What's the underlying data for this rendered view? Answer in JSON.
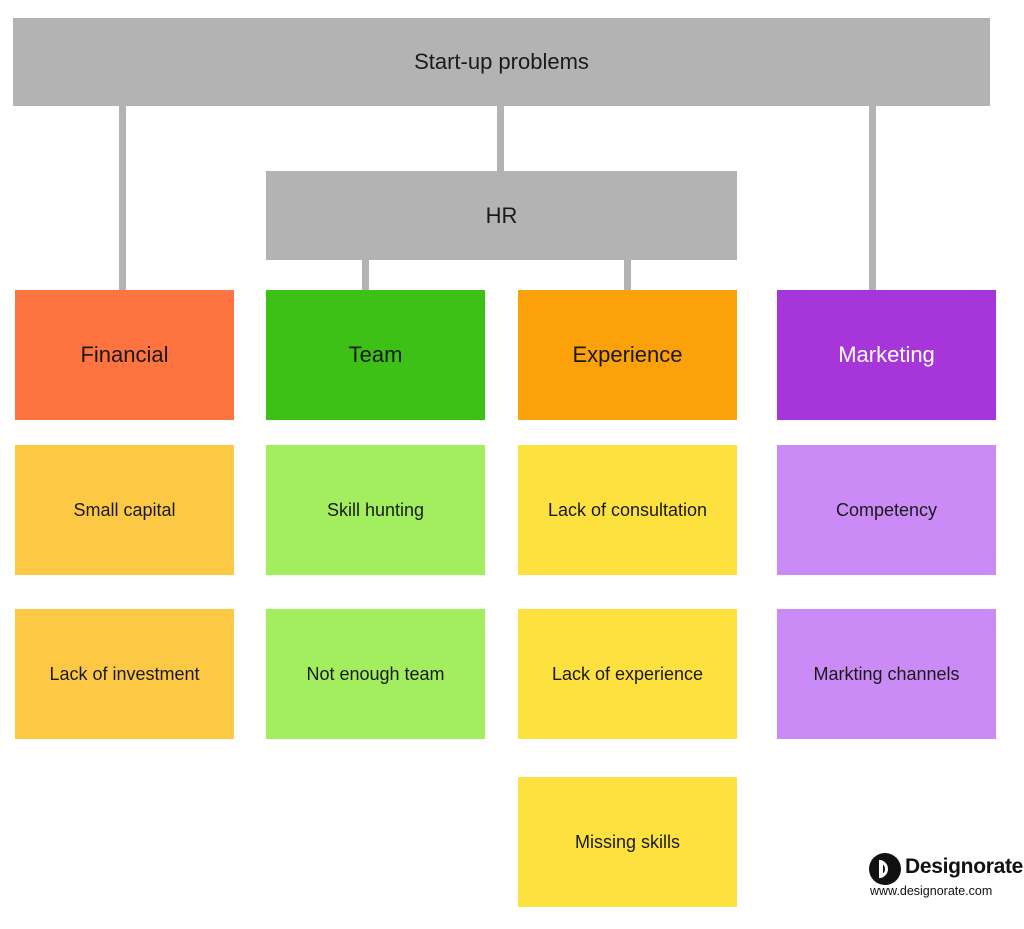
{
  "root": {
    "label": "Start-up problems",
    "color": "#b3b3b3"
  },
  "hr": {
    "label": "HR",
    "color": "#b3b3b3"
  },
  "connector_color": "#b3b3b3",
  "categories": [
    {
      "label": "Financial",
      "color": "#fd7440",
      "text_color": "#1a1a1a",
      "items": [
        {
          "label": "Small capital",
          "color": "#fdc945"
        },
        {
          "label": "Lack of investment",
          "color": "#fdc945"
        }
      ]
    },
    {
      "label": "Team",
      "color": "#3ec116",
      "text_color": "#1a1a1a",
      "items": [
        {
          "label": "Skill hunting",
          "color": "#a2ee5e"
        },
        {
          "label": "Not enough team",
          "color": "#a2ee5e"
        }
      ]
    },
    {
      "label": "Experience",
      "color": "#fba10a",
      "text_color": "#1a1a1a",
      "items": [
        {
          "label": "Lack of consultation",
          "color": "#fde13e"
        },
        {
          "label": "Lack of experience",
          "color": "#fde13e"
        },
        {
          "label": "Missing skills",
          "color": "#fde13e"
        }
      ]
    },
    {
      "label": "Marketing",
      "color": "#a736da",
      "text_color": "#ffffff",
      "items": [
        {
          "label": "Competency",
          "color": "#ca8bf6"
        },
        {
          "label": "Markting channels",
          "color": "#ca8bf6"
        }
      ]
    }
  ],
  "logo": {
    "name": "Designorate",
    "url": "www.designorate.com",
    "icon": "designorate-d-icon"
  }
}
